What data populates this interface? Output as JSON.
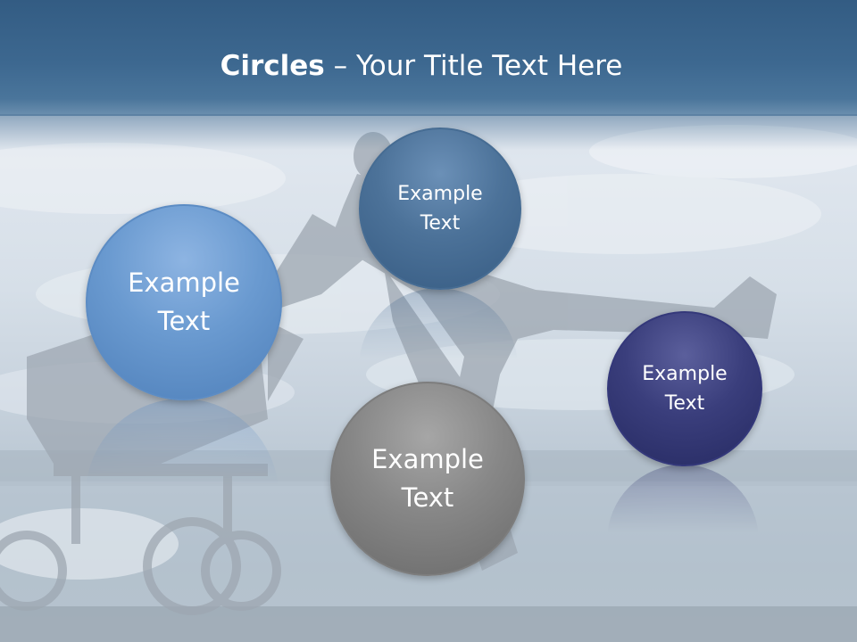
{
  "slide": {
    "title_bold": "Circles",
    "title_rest": " – Your Title Text Here"
  },
  "circles": [
    {
      "line1": "Example",
      "line2": "Text",
      "color": "#6a9ad0"
    },
    {
      "line1": "Example",
      "line2": "Text",
      "color": "#4c7299"
    },
    {
      "line1": "Example",
      "line2": "Text",
      "color": "#3a3e7c"
    },
    {
      "line1": "Example",
      "line2": "Text",
      "color": "#878787"
    }
  ],
  "background": {
    "image": "silhouette-of-woman-running-with-stroller-by-lake",
    "title_bar_color": "#3d6890"
  }
}
